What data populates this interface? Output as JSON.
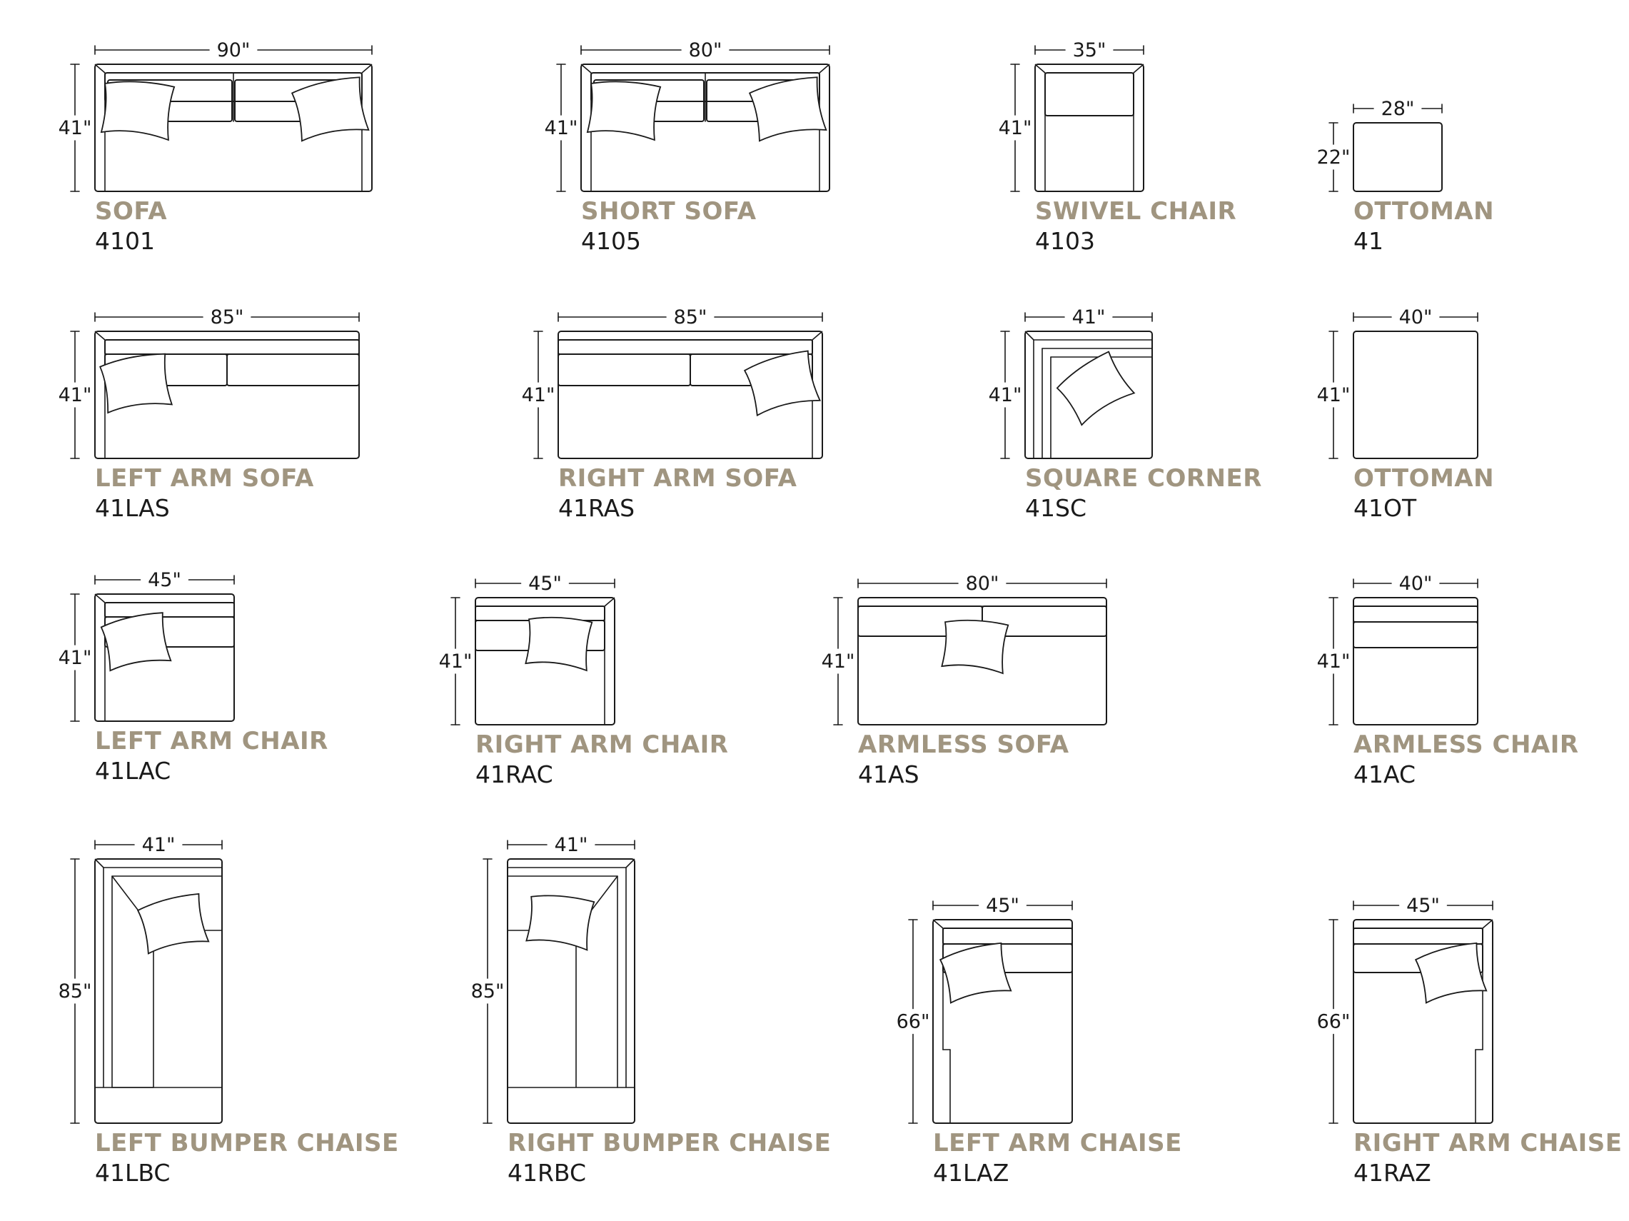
{
  "colors": {
    "label": "#a09580",
    "line": "#1a1a1a",
    "code": "#1a1a1a"
  },
  "pieces": [
    {
      "id": "sofa",
      "name": "SOFA",
      "code": "4101",
      "width": "90\"",
      "depth": "41\"",
      "drawing": "sofa"
    },
    {
      "id": "short-sofa",
      "name": "SHORT SOFA",
      "code": "4105",
      "width": "80\"",
      "depth": "41\"",
      "drawing": "sofa"
    },
    {
      "id": "swivel-chair",
      "name": "SWIVEL CHAIR",
      "code": "4103",
      "width": "35\"",
      "depth": "41\"",
      "drawing": "swivel"
    },
    {
      "id": "ottoman-small",
      "name": "OTTOMAN",
      "code": "41",
      "width": "28\"",
      "depth": "22\"",
      "drawing": "ottoman"
    },
    {
      "id": "left-arm-sofa",
      "name": "LEFT ARM SOFA",
      "code": "41LAS",
      "width": "85\"",
      "depth": "41\"",
      "drawing": "las"
    },
    {
      "id": "right-arm-sofa",
      "name": "RIGHT ARM SOFA",
      "code": "41RAS",
      "width": "85\"",
      "depth": "41\"",
      "drawing": "ras"
    },
    {
      "id": "square-corner",
      "name": "SQUARE CORNER",
      "code": "41SC",
      "width": "41\"",
      "depth": "41\"",
      "drawing": "corner"
    },
    {
      "id": "ottoman-large",
      "name": "OTTOMAN",
      "code": "41OT",
      "width": "40\"",
      "depth": "41\"",
      "drawing": "ottoman"
    },
    {
      "id": "left-arm-chair",
      "name": "LEFT ARM CHAIR",
      "code": "41LAC",
      "width": "45\"",
      "depth": "41\"",
      "drawing": "lac"
    },
    {
      "id": "right-arm-chair",
      "name": "RIGHT ARM CHAIR",
      "code": "41RAC",
      "width": "45\"",
      "depth": "41\"",
      "drawing": "rac"
    },
    {
      "id": "armless-sofa",
      "name": "ARMLESS SOFA",
      "code": "41AS",
      "width": "80\"",
      "depth": "41\"",
      "drawing": "as"
    },
    {
      "id": "armless-chair",
      "name": "ARMLESS CHAIR",
      "code": "41AC",
      "width": "40\"",
      "depth": "41\"",
      "drawing": "ac"
    },
    {
      "id": "left-bumper-chaise",
      "name": "LEFT BUMPER CHAISE",
      "code": "41LBC",
      "width": "41\"",
      "depth": "85\"",
      "drawing": "lbc"
    },
    {
      "id": "right-bumper-chaise",
      "name": "RIGHT BUMPER CHAISE",
      "code": "41RBC",
      "width": "41\"",
      "depth": "85\"",
      "drawing": "rbc"
    },
    {
      "id": "left-arm-chaise",
      "name": "LEFT ARM CHAISE",
      "code": "41LAZ",
      "width": "45\"",
      "depth": "66\"",
      "drawing": "laz"
    },
    {
      "id": "right-arm-chaise",
      "name": "RIGHT ARM CHAISE",
      "code": "41RAZ",
      "width": "45\"",
      "depth": "66\"",
      "drawing": "raz"
    }
  ]
}
